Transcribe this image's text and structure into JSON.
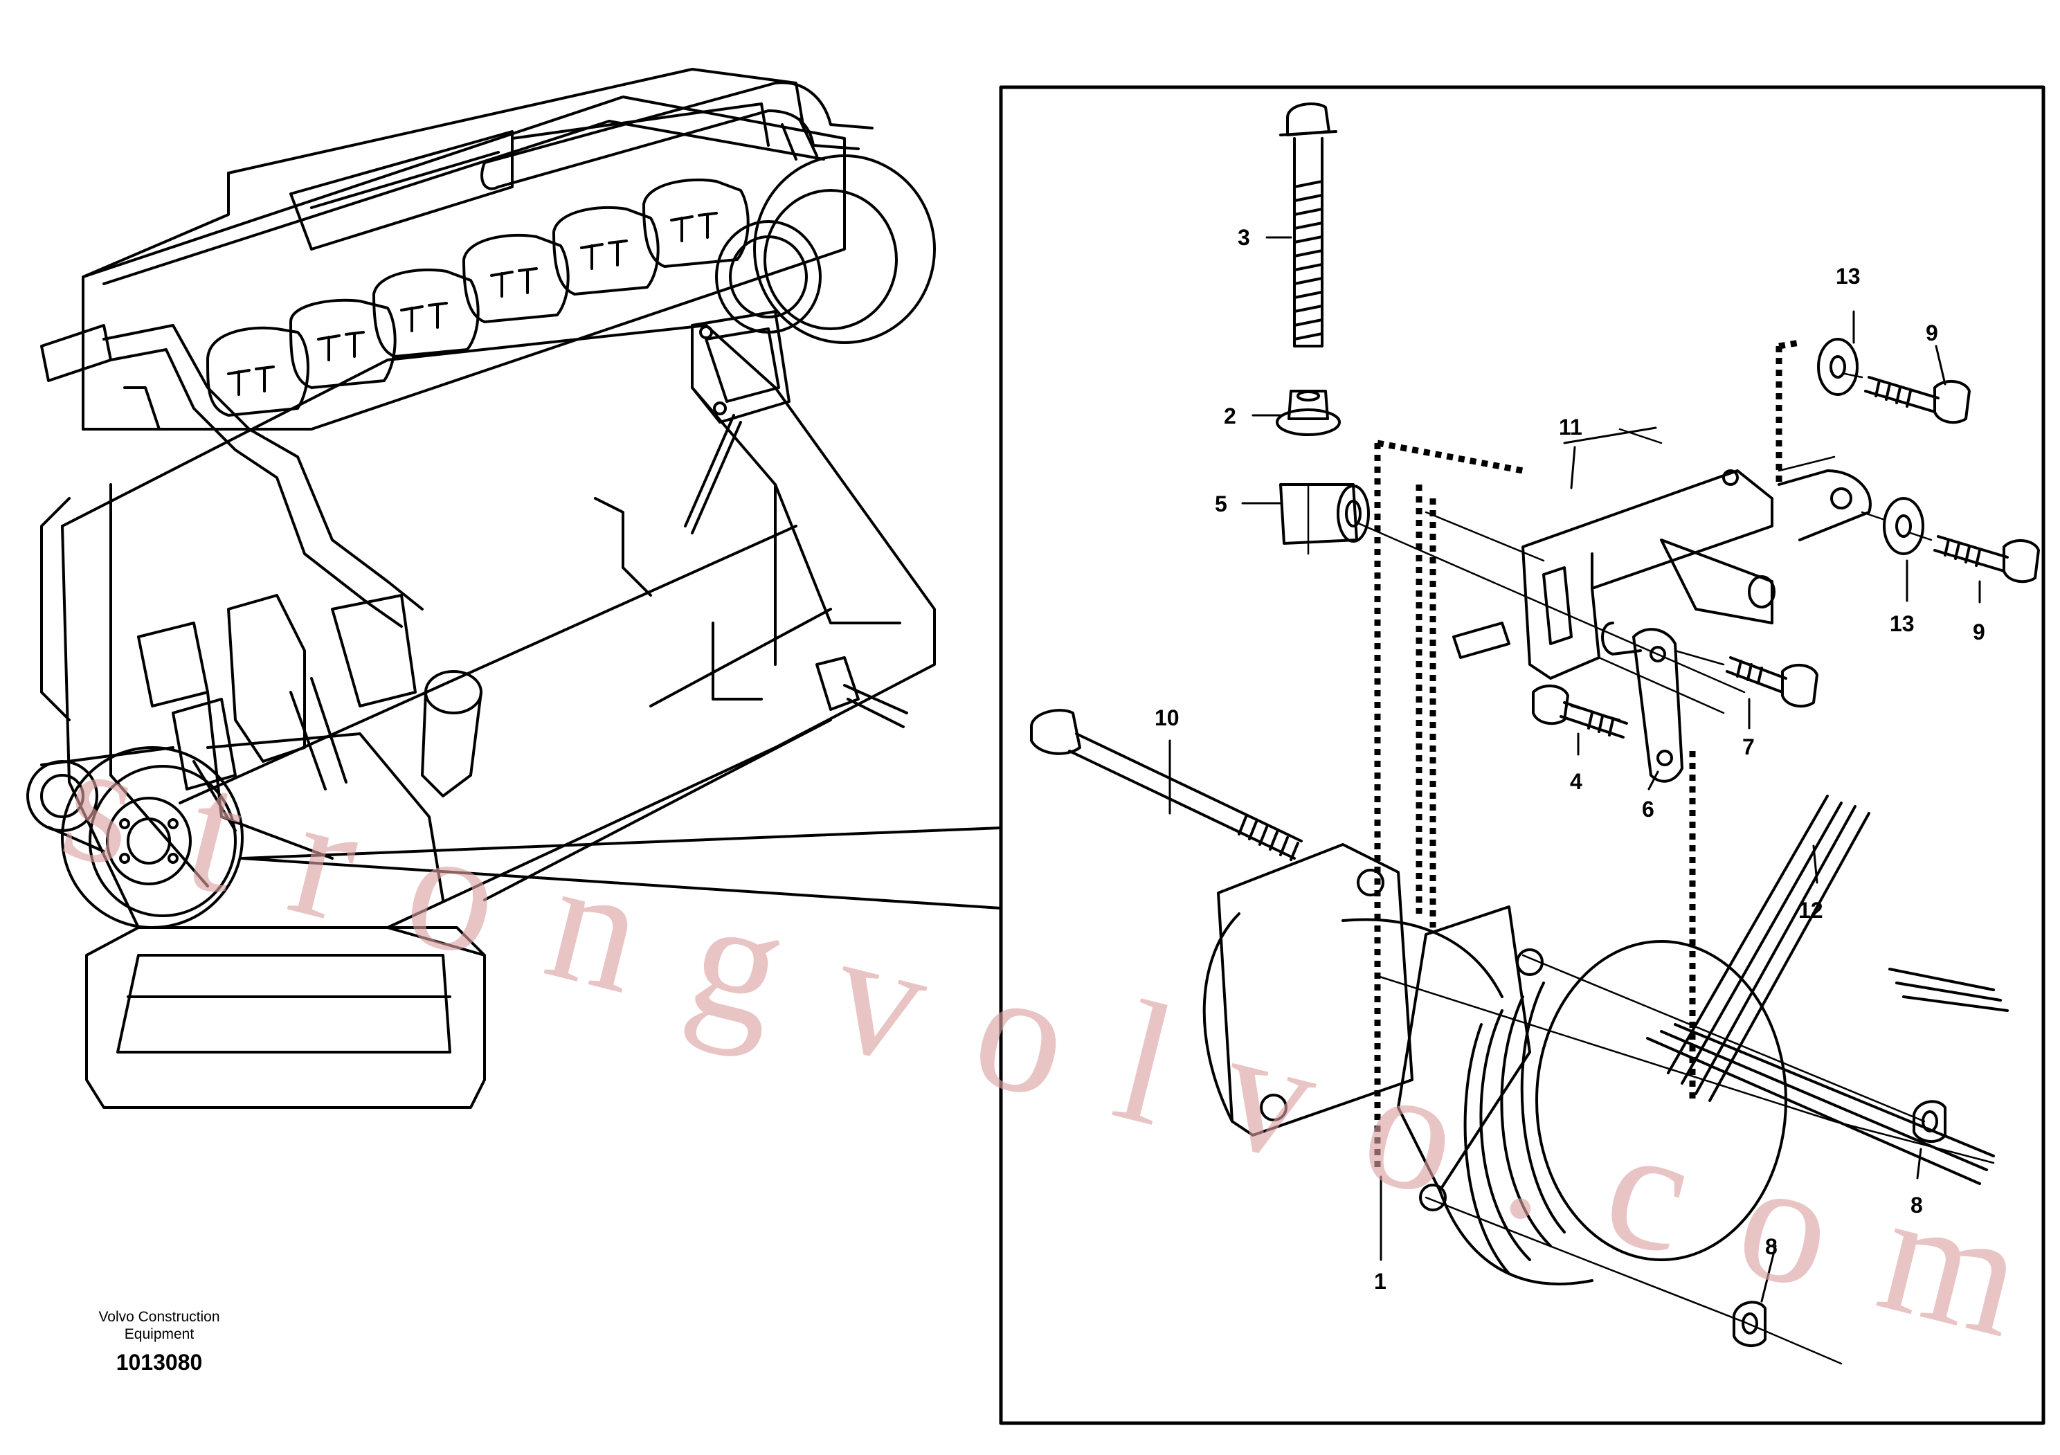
{
  "watermark": "strongvolvo.com",
  "caption": {
    "manufacturer_line1": "Volvo Construction",
    "manufacturer_line2": "Equipment",
    "drawing_number": "1013080"
  },
  "callouts": {
    "p1": "1",
    "p2": "2",
    "p3": "3",
    "p4": "4",
    "p5": "5",
    "p6": "6",
    "p7": "7",
    "p8a": "8",
    "p8b": "8",
    "p9a": "9",
    "p9b": "9",
    "p10": "10",
    "p11": "11",
    "p12": "12",
    "p13a": "13",
    "p13b": "13"
  },
  "colors": {
    "line": "#000000",
    "watermark": "#dca0a0",
    "background": "#ffffff"
  }
}
